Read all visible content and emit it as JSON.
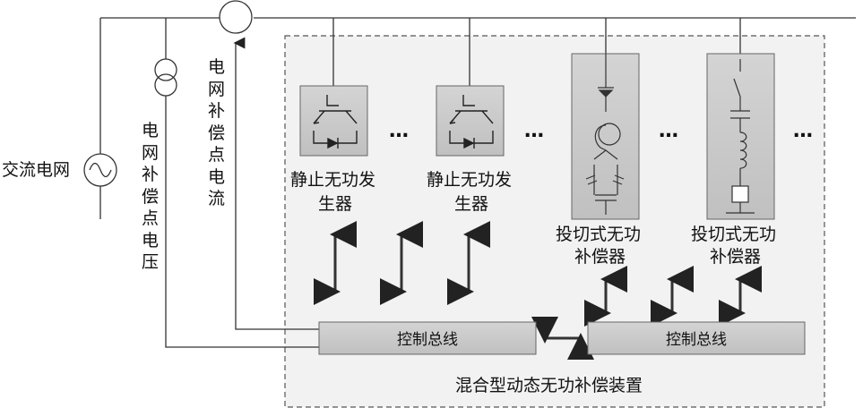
{
  "source": {
    "label": "交流电网"
  },
  "voltage_sensor": {
    "label_chars": [
      "电",
      "网",
      "补",
      "偿",
      "点",
      "电",
      "压"
    ]
  },
  "current_sensor": {
    "label_chars": [
      "电",
      "网",
      "补",
      "偿",
      "点",
      "电",
      "流"
    ]
  },
  "svg_units": [
    {
      "line1": "静止无功发",
      "line2": "生器"
    },
    {
      "line1": "静止无功发",
      "line2": "生器"
    }
  ],
  "tsc_units": [
    {
      "line1": "投切式无功",
      "line2": "补偿器"
    },
    {
      "line1": "投切式无功",
      "line2": "补偿器"
    }
  ],
  "ellipsis": "…",
  "buses": [
    {
      "label": "控制总线"
    },
    {
      "label": "控制总线"
    }
  ],
  "device": {
    "label": "混合型动态无功补偿装置"
  }
}
